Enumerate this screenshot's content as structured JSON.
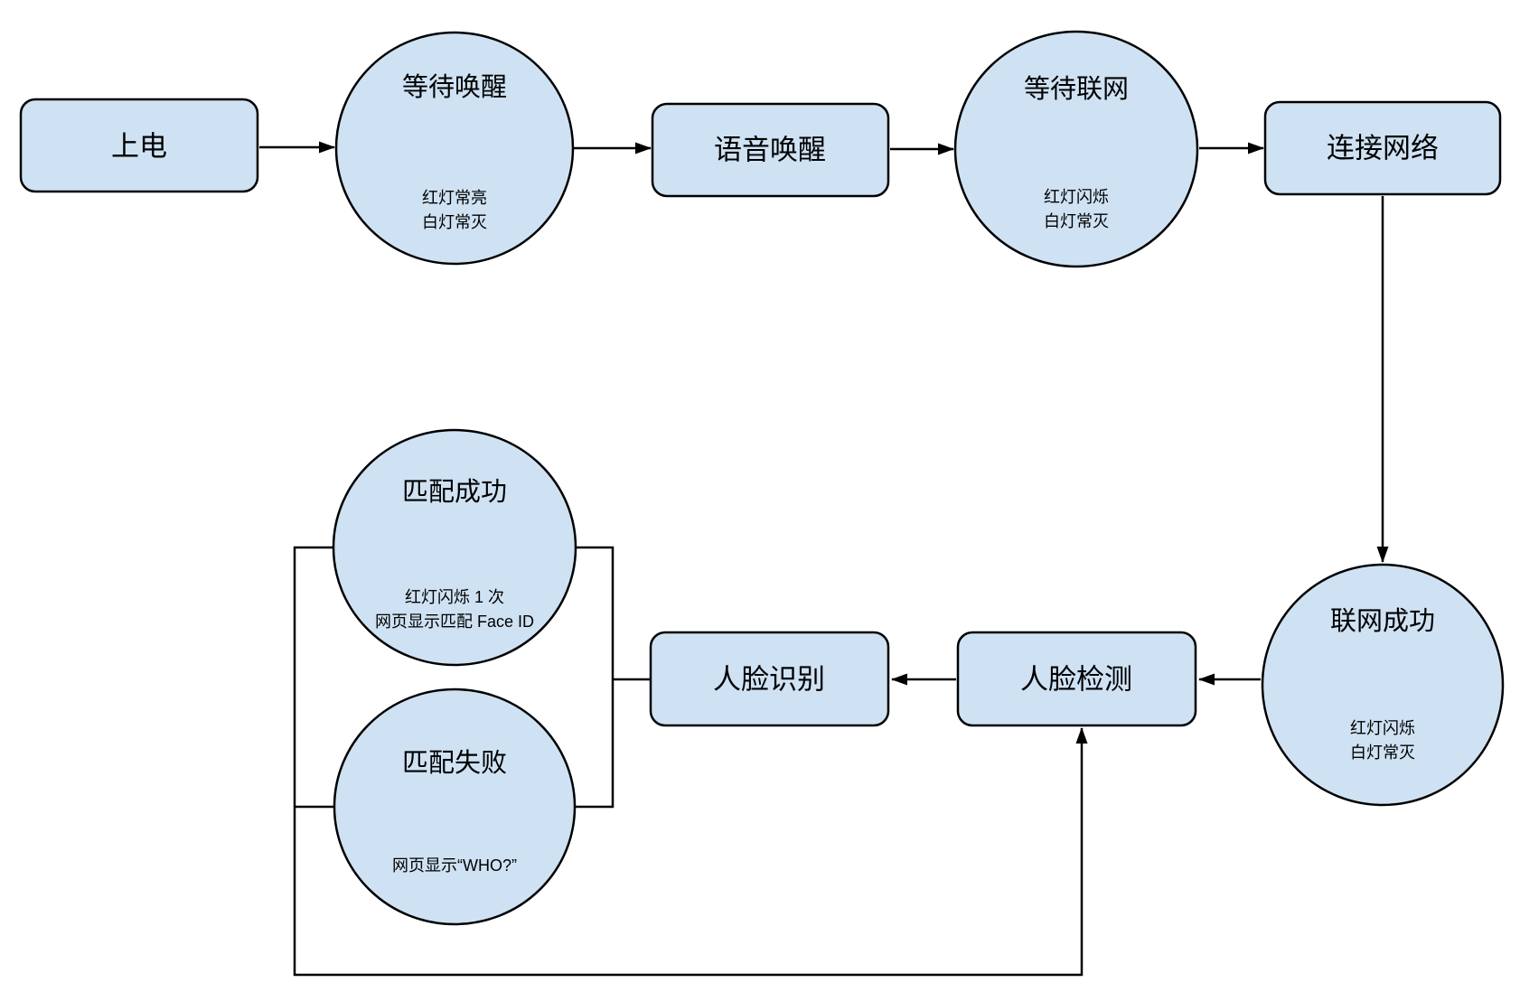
{
  "diagram": {
    "colors": {
      "node_fill": "#cfe2f3",
      "node_stroke": "#000000",
      "edge_color": "#000000",
      "background": "#ffffff",
      "text": "#000000"
    },
    "nodes": {
      "power_on": {
        "shape": "rounded-rect",
        "label": "上电"
      },
      "wait_wake": {
        "shape": "ellipse",
        "label": "等待唤醒",
        "status_line1": "红灯常亮",
        "status_line2": "白灯常灭"
      },
      "voice_wake": {
        "shape": "rounded-rect",
        "label": "语音唤醒"
      },
      "wait_network": {
        "shape": "ellipse",
        "label": "等待联网",
        "status_line1": "红灯闪烁",
        "status_line2": "白灯常灭"
      },
      "connect_network": {
        "shape": "rounded-rect",
        "label": "连接网络"
      },
      "network_success": {
        "shape": "ellipse",
        "label": "联网成功",
        "status_line1": "红灯闪烁",
        "status_line2": "白灯常灭"
      },
      "face_detect": {
        "shape": "rounded-rect",
        "label": "人脸检测"
      },
      "face_recognize": {
        "shape": "rounded-rect",
        "label": "人脸识别"
      },
      "match_success": {
        "shape": "ellipse",
        "label": "匹配成功",
        "status_line1": "红灯闪烁 1 次",
        "status_line2": "网页显示匹配 Face ID"
      },
      "match_fail": {
        "shape": "ellipse",
        "label": "匹配失败",
        "status_line1": "网页显示“WHO?”"
      }
    },
    "edges": [
      {
        "from": "power_on",
        "to": "wait_wake",
        "arrow": true
      },
      {
        "from": "wait_wake",
        "to": "voice_wake",
        "arrow": true
      },
      {
        "from": "voice_wake",
        "to": "wait_network",
        "arrow": true
      },
      {
        "from": "wait_network",
        "to": "connect_network",
        "arrow": true
      },
      {
        "from": "connect_network",
        "to": "network_success",
        "arrow": true
      },
      {
        "from": "network_success",
        "to": "face_detect",
        "arrow": true
      },
      {
        "from": "face_detect",
        "to": "face_recognize",
        "arrow": true
      },
      {
        "from": "face_recognize",
        "to": "match_success",
        "arrow": false
      },
      {
        "from": "face_recognize",
        "to": "match_fail",
        "arrow": false
      },
      {
        "from": "match_success",
        "to": "face_detect",
        "arrow": true
      },
      {
        "from": "match_fail",
        "to": "face_detect",
        "arrow": true
      }
    ]
  }
}
